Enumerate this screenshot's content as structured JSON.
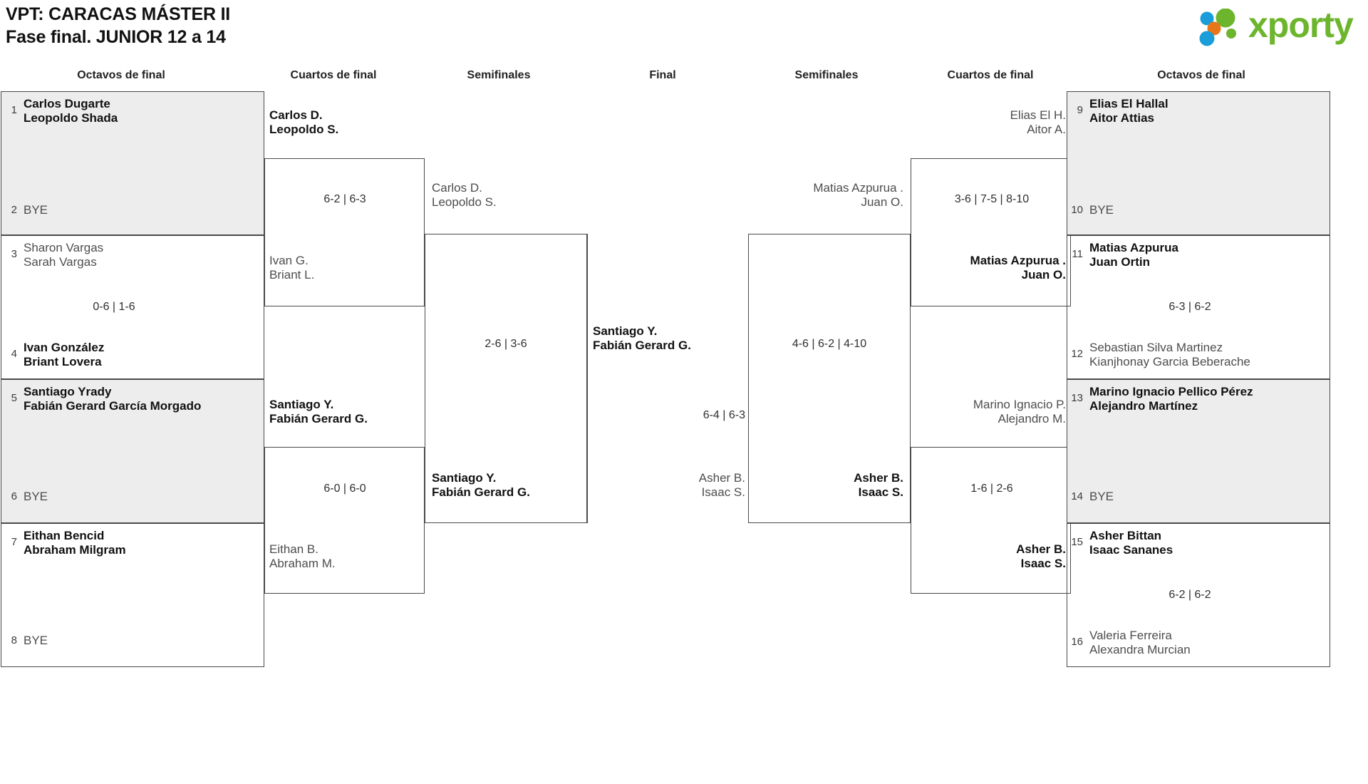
{
  "header": {
    "title_line1": "VPT: CARACAS MÁSTER II",
    "title_line2": "Fase final. JUNIOR 12 a 14",
    "logo_word": "xporty",
    "logo_colors": {
      "green": "#6cb52d",
      "blue": "#1a9dd9",
      "orange": "#e8771a"
    }
  },
  "columns": [
    {
      "label": "Octavos de final"
    },
    {
      "label": "Cuartos de final"
    },
    {
      "label": "Semifinales"
    },
    {
      "label": "Final"
    },
    {
      "label": "Semifinales"
    },
    {
      "label": "Cuartos de final"
    },
    {
      "label": "Octavos de final"
    }
  ],
  "bye_label": "BYE",
  "left": {
    "octavos": [
      {
        "seed": "1",
        "p1": "Carlos Dugarte",
        "p2": "Leopoldo Shada",
        "result": "winner",
        "bye": false
      },
      {
        "seed": "2",
        "p1": "BYE",
        "p2": "",
        "result": "loser",
        "bye": true
      },
      {
        "seed": "3",
        "p1": "Sharon Vargas",
        "p2": "Sarah Vargas",
        "result": "loser",
        "bye": false
      },
      {
        "seed": "4",
        "p1": "Ivan González",
        "p2": "Briant Lovera",
        "result": "winner",
        "bye": false
      },
      {
        "seed": "5",
        "p1": "Santiago Yrady",
        "p2": "Fabián Gerard García Morgado",
        "result": "winner",
        "bye": false
      },
      {
        "seed": "6",
        "p1": "BYE",
        "p2": "",
        "result": "loser",
        "bye": true
      },
      {
        "seed": "7",
        "p1": "Eithan Bencid",
        "p2": "Abraham Milgram",
        "result": "winner",
        "bye": false
      },
      {
        "seed": "8",
        "p1": "BYE",
        "p2": "",
        "result": "loser",
        "bye": true
      }
    ],
    "octavos_scores": [
      "",
      "0-6 | 1-6",
      "",
      ""
    ],
    "cuartos": [
      {
        "p1": "Carlos D.",
        "p2": "Leopoldo S.",
        "result": "winner"
      },
      {
        "p1": "Ivan G.",
        "p2": "Briant L.",
        "result": "loser"
      },
      {
        "p1": "Santiago Y.",
        "p2": "Fabián Gerard G.",
        "result": "winner"
      },
      {
        "p1": "Eithan B.",
        "p2": "Abraham M.",
        "result": "loser"
      }
    ],
    "cuartos_scores": [
      "6-2 | 6-3",
      "6-0 | 6-0"
    ],
    "semifinales": [
      {
        "p1": "Carlos D.",
        "p2": "Leopoldo S.",
        "result": "loser"
      },
      {
        "p1": "Santiago Y.",
        "p2": "Fabián Gerard G.",
        "result": "winner"
      }
    ],
    "semifinales_score": "2-6 | 3-6"
  },
  "final": {
    "top": {
      "p1": "Santiago Y.",
      "p2": "Fabián Gerard G.",
      "result": "winner"
    },
    "bottom": {
      "p1": "Asher B.",
      "p2": "Isaac S.",
      "result": "loser"
    },
    "score": "6-4 | 6-3"
  },
  "right": {
    "octavos": [
      {
        "seed": "9",
        "p1": "Elias El Hallal",
        "p2": "Aitor Attias",
        "result": "winner",
        "bye": false
      },
      {
        "seed": "10",
        "p1": "BYE",
        "p2": "",
        "result": "loser",
        "bye": true
      },
      {
        "seed": "11",
        "p1": "Matias Azpurua",
        "p2": "Juan Ortin",
        "result": "winner",
        "bye": false
      },
      {
        "seed": "12",
        "p1": "Sebastian Silva Martinez",
        "p2": "Kianjhonay Garcia Beberache",
        "result": "loser",
        "bye": false
      },
      {
        "seed": "13",
        "p1": "Marino Ignacio Pellico Pérez",
        "p2": "Alejandro Martínez",
        "result": "winner",
        "bye": false
      },
      {
        "seed": "14",
        "p1": "BYE",
        "p2": "",
        "result": "loser",
        "bye": true
      },
      {
        "seed": "15",
        "p1": "Asher Bittan",
        "p2": "Isaac Sananes",
        "result": "winner",
        "bye": false
      },
      {
        "seed": "16",
        "p1": "Valeria Ferreira",
        "p2": "Alexandra Murcian",
        "result": "loser",
        "bye": false
      }
    ],
    "octavos_scores": [
      "",
      "6-3 | 6-2",
      "",
      "6-2 | 6-2"
    ],
    "cuartos": [
      {
        "p1": "Elias El H.",
        "p2": "Aitor A.",
        "result": "loser"
      },
      {
        "p1": "Matias Azpurua .",
        "p2": "Juan O.",
        "result": "winner"
      },
      {
        "p1": "Marino Ignacio P.",
        "p2": "Alejandro M.",
        "result": "loser"
      },
      {
        "p1": "Asher B.",
        "p2": "Isaac S.",
        "result": "winner"
      }
    ],
    "cuartos_scores": [
      "3-6 | 7-5 | 8-10",
      "1-6 | 2-6"
    ],
    "semifinales": [
      {
        "p1": "Matias Azpurua .",
        "p2": "Juan O.",
        "result": "loser"
      },
      {
        "p1": "Asher B.",
        "p2": "Isaac S.",
        "result": "winner"
      }
    ],
    "semifinales_score": "4-6 | 6-2 | 4-10"
  }
}
